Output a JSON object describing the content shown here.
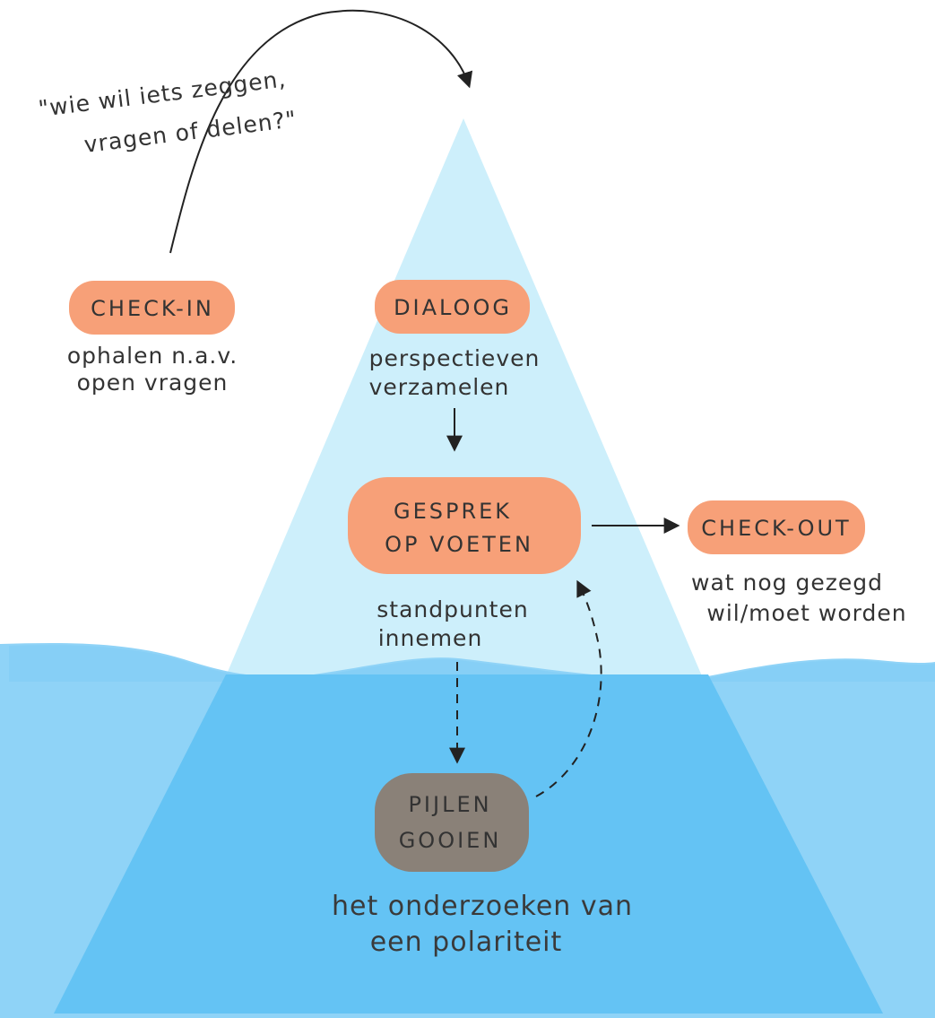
{
  "quote": {
    "line1": "\"wie wil iets zeggen,",
    "line2": "vragen of delen?\""
  },
  "check_in": {
    "label": "CHECK-IN",
    "desc_line1": "ophalen n.a.v.",
    "desc_line2": "open vragen"
  },
  "dialoog": {
    "label": "DIALOOG",
    "desc_line1": "perspectieven",
    "desc_line2": "verzamelen"
  },
  "gesprek": {
    "label_line1": "GESPREK",
    "label_line2": "OP VOETEN",
    "desc_line1": "standpunten",
    "desc_line2": "innemen"
  },
  "check_out": {
    "label": "CHECK-OUT",
    "desc_line1": "wat nog gezegd",
    "desc_line2": "wil/moet worden"
  },
  "pijlen": {
    "label_line1": "PIJLEN",
    "label_line2": "GOOIEN",
    "desc_line1": "het onderzoeken van",
    "desc_line2": "een polariteit"
  },
  "colors": {
    "iceberg_top": "#cdeffb",
    "water": "#8fd3f7",
    "water_deep": "#6cc8f7",
    "iceberg_under": "#64c3f4",
    "pill_orange": "#f7a078",
    "pill_grey": "#8a8178",
    "ink": "#222222"
  }
}
